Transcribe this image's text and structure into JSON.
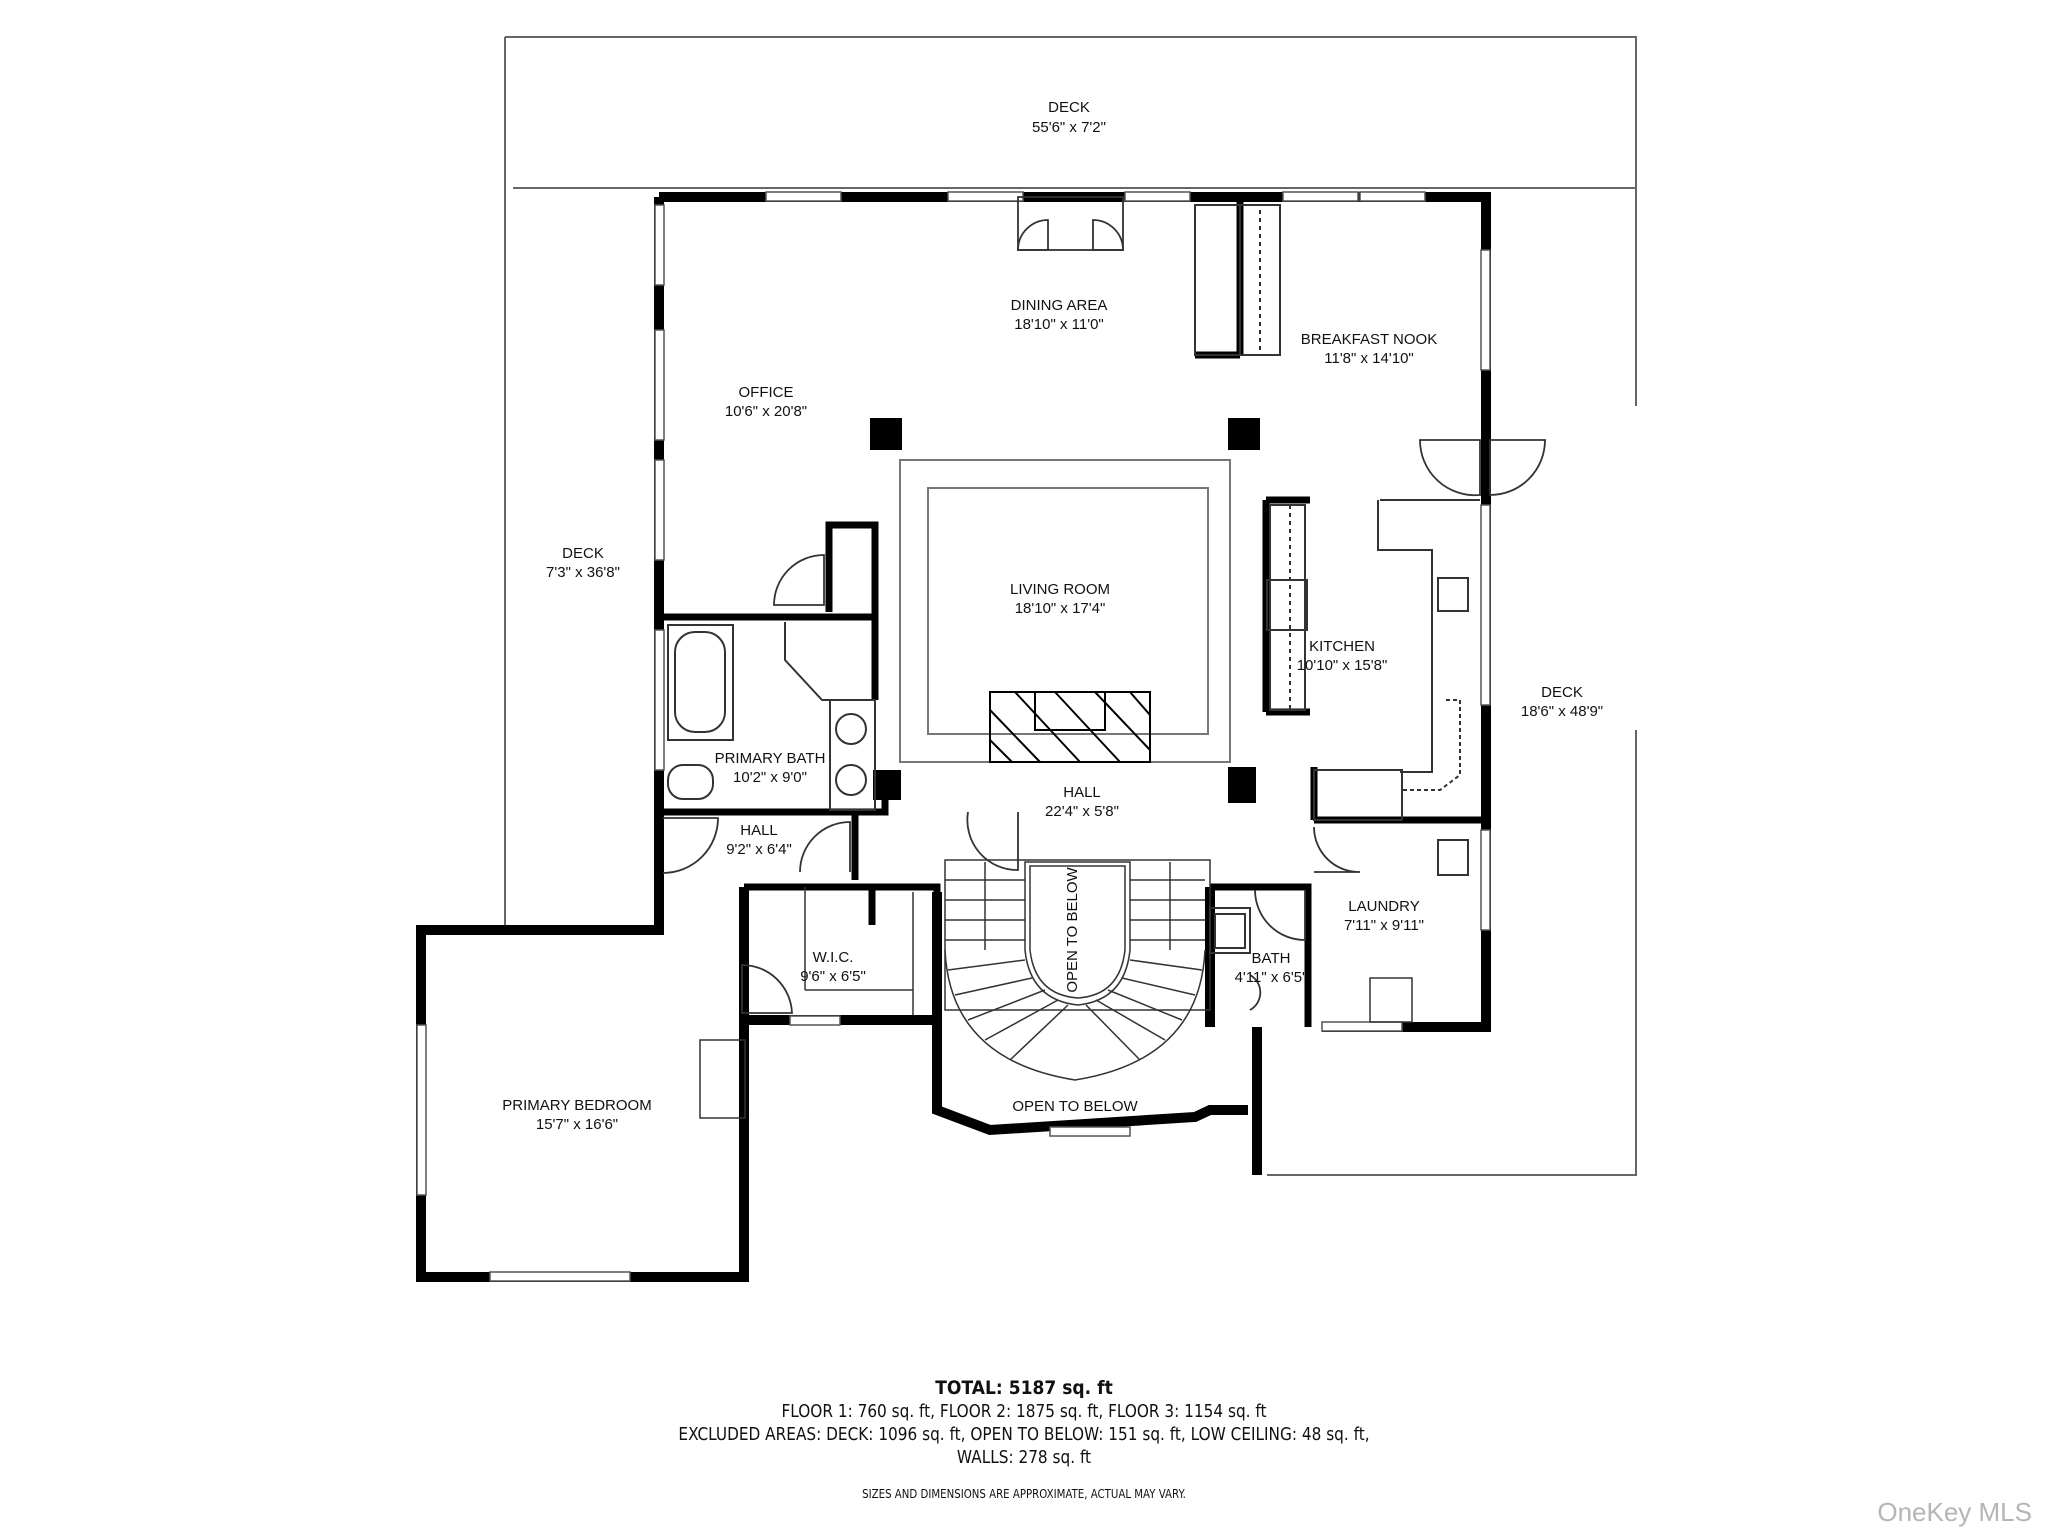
{
  "rooms": {
    "deck_top": {
      "name": "DECK",
      "dims": "55'6\" x 7'2\""
    },
    "dining_area": {
      "name": "DINING AREA",
      "dims": "18'10\" x 11'0\""
    },
    "breakfast_nook": {
      "name": "BREAKFAST NOOK",
      "dims": "11'8\" x 14'10\""
    },
    "office": {
      "name": "OFFICE",
      "dims": "10'6\" x 20'8\""
    },
    "deck_left": {
      "name": "DECK",
      "dims": "7'3\" x 36'8\""
    },
    "living_room": {
      "name": "LIVING ROOM",
      "dims": "18'10\" x 17'4\""
    },
    "kitchen": {
      "name": "KITCHEN",
      "dims": "10'10\" x 15'8\""
    },
    "deck_right": {
      "name": "DECK",
      "dims": "18'6\" x 48'9\""
    },
    "primary_bath": {
      "name": "PRIMARY BATH",
      "dims": "10'2\" x 9'0\""
    },
    "hall_main": {
      "name": "HALL",
      "dims": "22'4\" x 5'8\""
    },
    "hall_small": {
      "name": "HALL",
      "dims": "9'2\" x 6'4\""
    },
    "open_to_below_stair": {
      "name": "OPEN TO BELOW"
    },
    "laundry": {
      "name": "LAUNDRY",
      "dims": "7'11\" x 9'11\""
    },
    "wic": {
      "name": "W.I.C.",
      "dims": "9'6\" x 6'5\""
    },
    "bath": {
      "name": "BATH",
      "dims": "4'11\" x 6'5\""
    },
    "primary_bedroom": {
      "name": "PRIMARY BEDROOM",
      "dims": "15'7\" x 16'6\""
    },
    "open_to_below_bay": {
      "name": "OPEN TO BELOW"
    }
  },
  "summary": {
    "total": "TOTAL:  5187 sq. ft",
    "floors": "FLOOR 1: 760 sq. ft, FLOOR 2: 1875 sq. ft, FLOOR 3: 1154 sq. ft",
    "excluded": "EXCLUDED AREAS: DECK: 1096 sq. ft, OPEN TO BELOW: 151 sq. ft, LOW CEILING: 48 sq. ft,",
    "walls": "WALLS: 278 sq. ft",
    "disclaimer": "SIZES AND DIMENSIONS ARE APPROXIMATE, ACTUAL MAY VARY."
  },
  "watermark": "OneKey MLS",
  "colors": {
    "wall": "#000000",
    "line": "#555555",
    "background": "#ffffff"
  }
}
